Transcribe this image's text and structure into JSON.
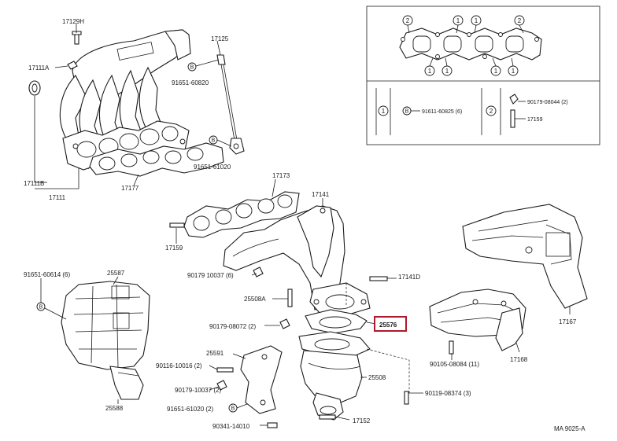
{
  "colors": {
    "ink": "#1a1a1a",
    "highlight": "#b0182b",
    "background": "#ffffff"
  },
  "footer": {
    "code": "MA  9025-A"
  },
  "legend": {
    "marker_1": "1",
    "marker_2": "2",
    "row_1_part": "91611-60825 (6)",
    "row_2_part_a": "90179-08044 (2)",
    "row_2_part_b": "17159"
  },
  "labels": {
    "p17129h": "17129H",
    "p17111a": "17111A",
    "p17111b": "17111B",
    "p17111": "17111",
    "p17177": "17177",
    "p17125": "17125",
    "p91651_60820": "91651-60820",
    "p91651_61020_top": "91651-61020",
    "p17173": "17173",
    "p17141": "17141",
    "p17159": "17159",
    "p90179_10037_top": "90179 10037 (6)",
    "p17141d": "17141D",
    "p25508a": "25508A",
    "p90179_08072": "90179-08072 (2)",
    "p25576": "25576",
    "p91651_60614": "91651-60614 (6)",
    "p25587": "25587",
    "p25588": "25588",
    "p25591": "25591",
    "p90116_10016": "90116-10016 (2)",
    "p90179_10037_bot": "90179-10037 (2)",
    "p91651_61020_bot": "91651-61020 (2)",
    "p90341_14010": "90341-14010",
    "p17152": "17152",
    "p25508": "25508",
    "p90119_08374": "90119-08374 (3)",
    "p17167": "17167",
    "p17168": "17168",
    "p90105_08084": "90105-08084 (11)"
  }
}
